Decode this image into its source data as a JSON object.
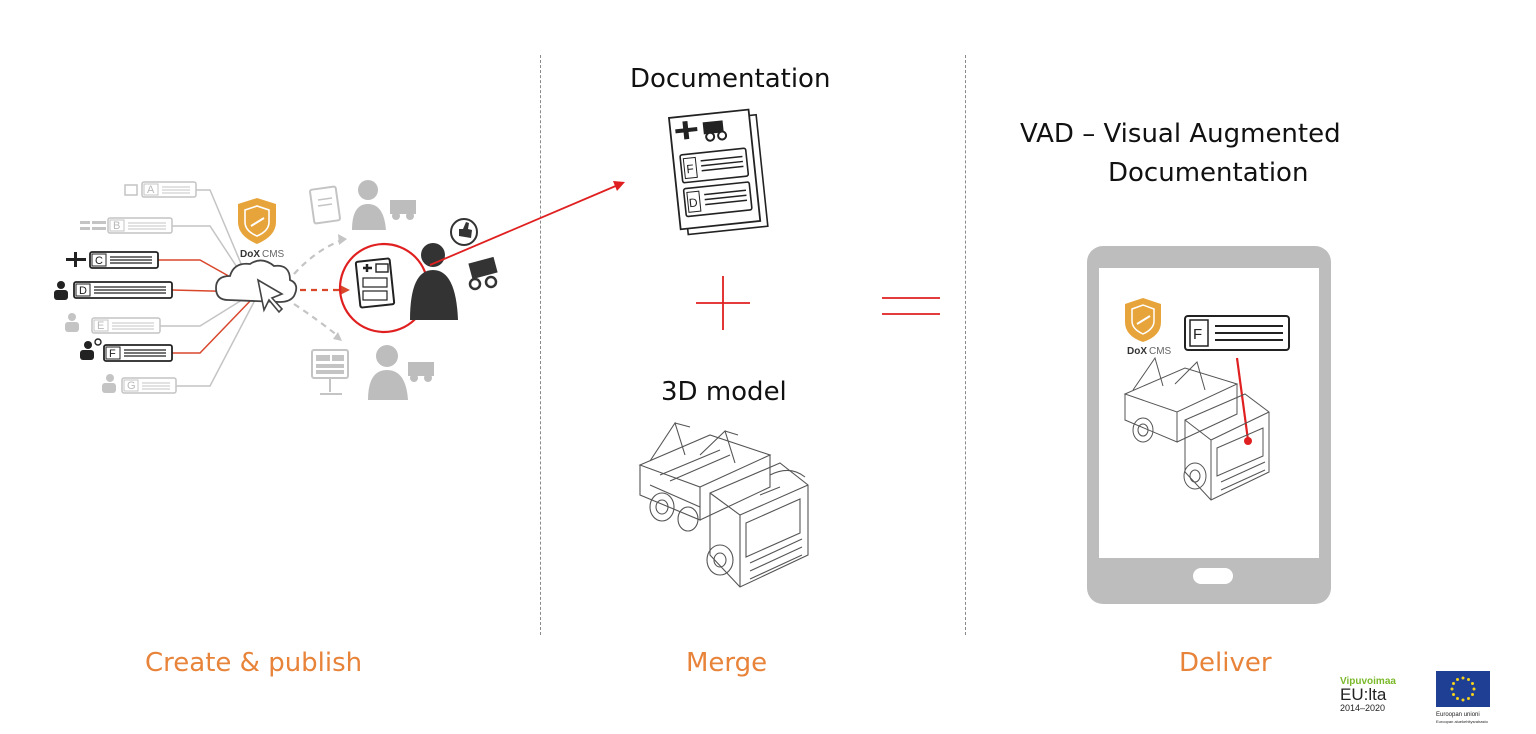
{
  "sections": {
    "create": {
      "label": "Create & publish"
    },
    "merge": {
      "label": "Merge",
      "doc_title": "Documentation",
      "model_title": "3D model",
      "plus_symbol": "+",
      "equals_symbol": "="
    },
    "deliver": {
      "label": "Deliver",
      "title_line1": "VAD – Visual Augmented",
      "title_line2": "Documentation"
    }
  },
  "cms": {
    "brand_bold": "DoX",
    "brand_rest": "CMS"
  },
  "doc_tags": [
    "A",
    "B",
    "C",
    "D",
    "E",
    "F",
    "G"
  ],
  "doc_sheet_letters": [
    "F",
    "D"
  ],
  "tablet_tag": "F",
  "logos": {
    "vipuvoimaa": {
      "line1": "Vipuvoimaa",
      "line2": "EU:lta",
      "line3": "2014–2020"
    },
    "eu": {
      "line1": "Euroopan unioni",
      "line2": "Euroopan aluekehitysrahasto"
    }
  },
  "colors": {
    "accent_orange": "#e8833a",
    "red": "#e02020",
    "gold": "#e7a43a",
    "dark": "#333333",
    "grey": "#bdbdbd",
    "eu_blue": "#1f3f95",
    "eu_star": "#f6d31a",
    "vipu_green": "#79b829"
  }
}
